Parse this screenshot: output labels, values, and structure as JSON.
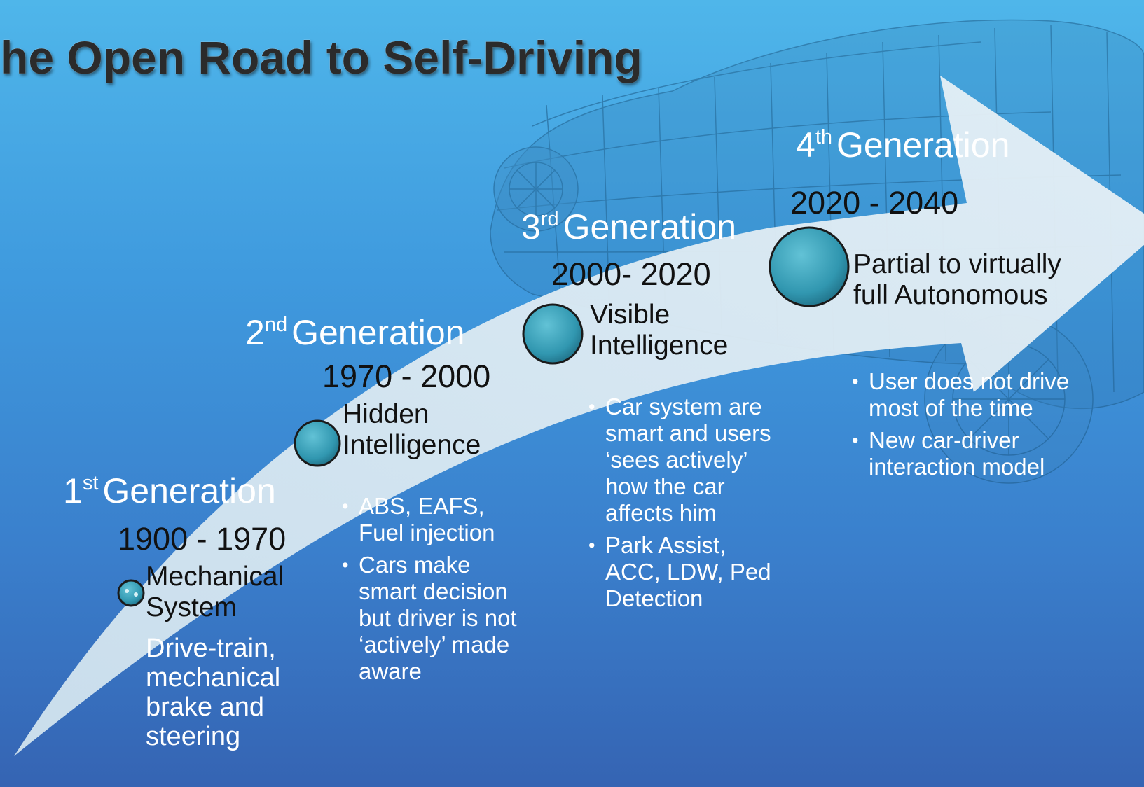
{
  "title": "he Open Road to Self-Driving",
  "colors": {
    "background_top": "#4fb6ea",
    "background_bottom": "#3564b3",
    "arrow": "#dbe9f2",
    "node": "#3aa3bb",
    "car_wireframe": "#1d5a86"
  },
  "background_image": "car-wireframe-illustration",
  "generations": [
    {
      "num": "1",
      "suffix": "st",
      "word": "Generation",
      "years": "1900 - 1970",
      "label_lines": [
        "Mechanical",
        "System"
      ],
      "details": [
        "Drive-train,",
        "mechanical",
        "brake and",
        "steering"
      ]
    },
    {
      "num": "2",
      "suffix": "nd",
      "word": "Generation",
      "years": "1970 - 2000",
      "label_lines": [
        "Hidden",
        "Intelligence"
      ],
      "bullets": [
        [
          "ABS, EAFS,",
          "Fuel injection"
        ],
        [
          "Cars make",
          "smart decision",
          "but driver is not",
          "‘actively’ made",
          "aware"
        ]
      ]
    },
    {
      "num": "3",
      "suffix": "rd",
      "word": "Generation",
      "years": "2000- 2020",
      "label_lines": [
        "Visible",
        "Intelligence"
      ],
      "bullets": [
        [
          "Car system are",
          "smart and users",
          "‘sees actively’",
          "how the car",
          "affects him"
        ],
        [
          "Park Assist,",
          "ACC, LDW, Ped",
          "Detection"
        ]
      ]
    },
    {
      "num": "4",
      "suffix": "th",
      "word": "Generation",
      "years": "2020 - 2040",
      "label_lines": [
        "Partial  to virtually",
        "full Autonomous"
      ],
      "bullets": [
        [
          "User does not drive",
          "most of the time"
        ],
        [
          "New car-driver",
          "interaction model"
        ]
      ]
    }
  ]
}
